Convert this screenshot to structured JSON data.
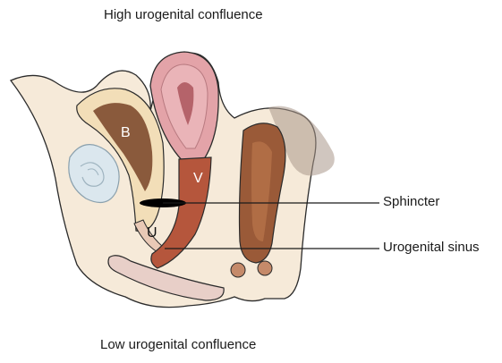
{
  "captions": {
    "top": "High urogenital confluence",
    "bottom": "Low urogenital confluence"
  },
  "labels": {
    "sphincter": "Sphincter",
    "urogenital_sinus": "Urogenital sinus"
  },
  "organ_letters": {
    "bladder": "B",
    "vagina": "V",
    "urethra": "U"
  },
  "colors": {
    "skin": "#f6ead9",
    "outline": "#2b2b2b",
    "uterus": "#e3a3a8",
    "vagina": "#b5563c",
    "bladder": "#8a5a3c",
    "rectum": "#9a5a38",
    "sphincter": "#000000"
  }
}
